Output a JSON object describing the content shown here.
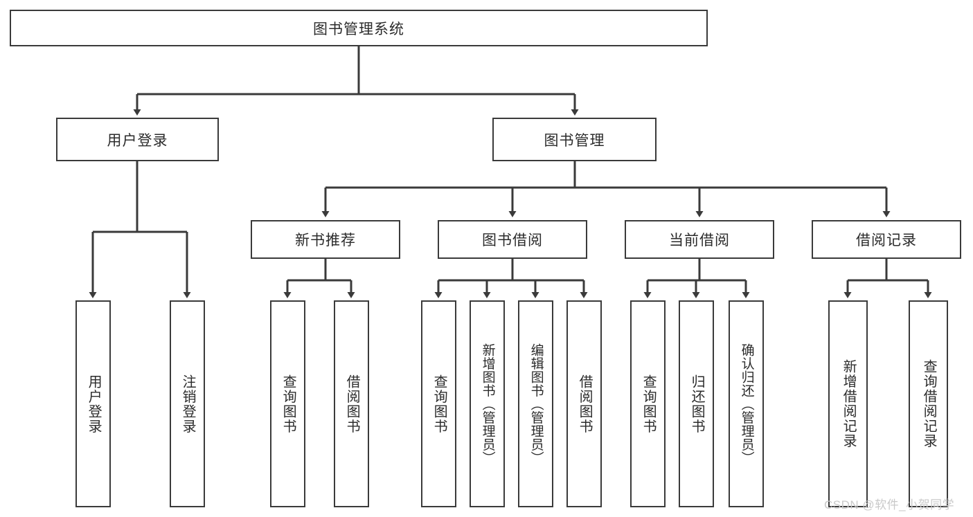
{
  "diagram": {
    "title": "图书管理系统",
    "type": "hierarchy-tree",
    "root": {
      "label": "图书管理系统"
    },
    "level1": [
      {
        "label": "用户登录"
      },
      {
        "label": "图书管理"
      }
    ],
    "level2": [
      {
        "label": "新书推荐"
      },
      {
        "label": "图书借阅"
      },
      {
        "label": "当前借阅"
      },
      {
        "label": "借阅记录"
      }
    ],
    "leaves": {
      "user_login": [
        {
          "label": "用户登录"
        },
        {
          "label": "注销登录"
        }
      ],
      "new_book_recommend": [
        {
          "label": "查询图书"
        },
        {
          "label": "借阅图书"
        }
      ],
      "book_borrow": [
        {
          "label": "查询图书"
        },
        {
          "label": "新增图书（管理员）"
        },
        {
          "label": "编辑图书（管理员）"
        },
        {
          "label": "借阅图书"
        }
      ],
      "current_borrow": [
        {
          "label": "查询图书"
        },
        {
          "label": "归还图书"
        },
        {
          "label": "确认归还（管理员）"
        }
      ],
      "borrow_record": [
        {
          "label": "新增借阅记录"
        },
        {
          "label": "查询借阅记录"
        }
      ]
    }
  },
  "watermark": {
    "text": "CSDN @软件_小贺同学"
  },
  "colors": {
    "border": "#3a3a3a",
    "background": "#ffffff",
    "text": "#2b2b2b",
    "watermark": "#c9c9c9"
  }
}
